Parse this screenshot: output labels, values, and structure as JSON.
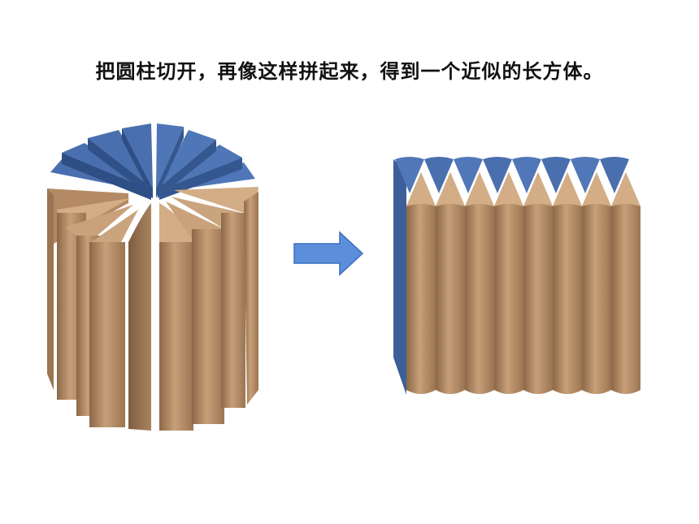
{
  "caption": "把圆柱切开，再像这样拼起来，得到一个近似的长方体。",
  "colors": {
    "tan": "#b48a64",
    "tan_light": "#d3ad85",
    "tan_dark": "#8b6647",
    "blue": "#4a6fae",
    "blue_dark": "#2e4e86",
    "arrow": "#5b8fdc"
  },
  "cylinder": {
    "slices": 16
  },
  "cuboid": {
    "pieces_per_row": 8
  },
  "arrow": {
    "direction": "right"
  }
}
